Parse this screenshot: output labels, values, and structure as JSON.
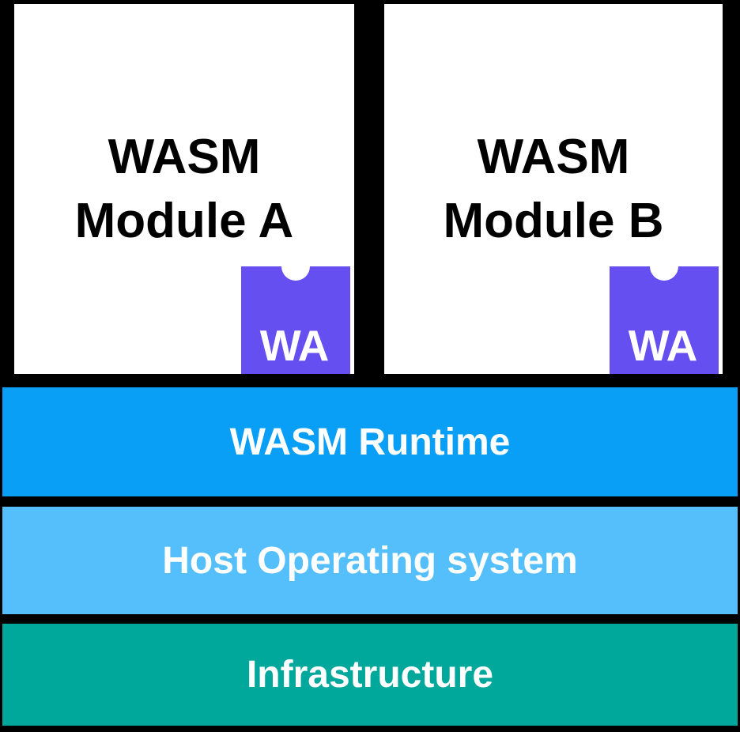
{
  "colors": {
    "background": "#000000",
    "module_box": "#ffffff",
    "module_text": "#000000",
    "badge": "#654ff0",
    "badge_text_color": "#ffffff",
    "layer_text_color": "#ffffff",
    "runtime_blue": "#0a9ff7",
    "host_light_blue": "#55bffc",
    "infrastructure_teal": "#00a79b"
  },
  "modules": [
    {
      "lines": [
        "WASM",
        "Module A"
      ],
      "badge_text": "WA"
    },
    {
      "lines": [
        "WASM",
        "Module B"
      ],
      "badge_text": "WA"
    }
  ],
  "layers": [
    {
      "label": "WASM Runtime",
      "color": "#0a9ff7"
    },
    {
      "label": "Host Operating system",
      "color": "#55bffc"
    },
    {
      "label": "Infrastructure",
      "color": "#00a79b"
    }
  ]
}
